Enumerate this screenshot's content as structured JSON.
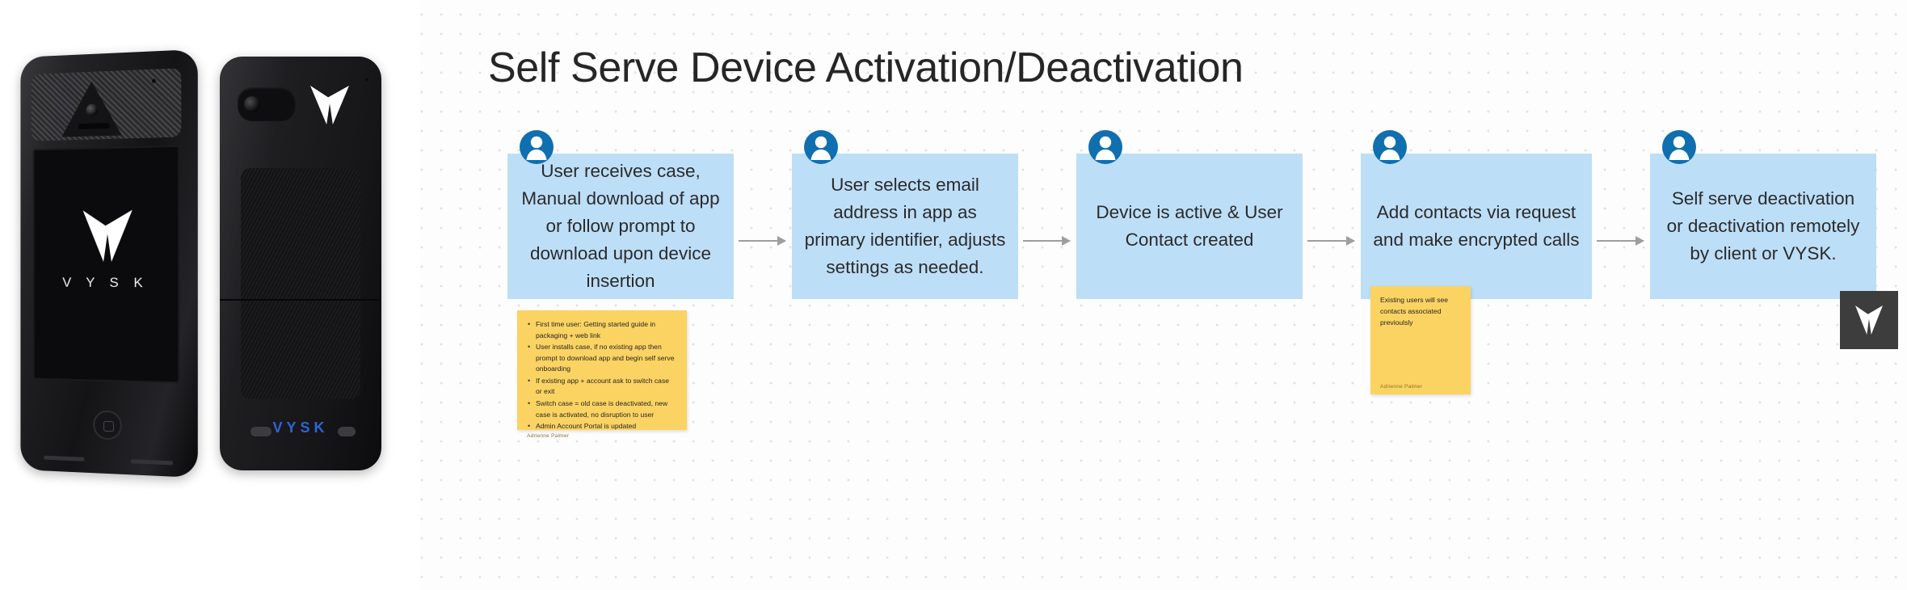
{
  "header": {
    "title": "Self Serve Device Activation/Deactivation"
  },
  "colors": {
    "node_fill": "#BDDEF7",
    "sticky_fill": "#FBD362",
    "avatar_blue": "#0F6FAF",
    "arrow_gray": "#9E9E9E",
    "badge_dark": "#3D3D3D",
    "title_text": "#262626",
    "canvas_bg": "#FDFDFD"
  },
  "product_images": {
    "front": {
      "name": "vysk-phone-case-front",
      "wordmark": "V Y S K",
      "logo_icon": "vysk-chevron-icon"
    },
    "back": {
      "name": "vysk-phone-case-back",
      "wordmark": "VYSK",
      "logo_icon": "vysk-chevron-icon"
    }
  },
  "corner_badge": {
    "icon": "vysk-chevron-icon",
    "label": "VYSK"
  },
  "flow": {
    "avatar_icon": "user-avatar-icon",
    "connector_icon": "arrow-right-icon",
    "nodes": [
      {
        "id": "node-1",
        "text": "User receives case, Manual download of app or follow prompt to download upon device insertion",
        "sticky": {
          "bullets": [
            "First time user: Getting started guide in packaging + web link",
            "User installs case, if no existing app then prompt to download app and begin self serve onboarding",
            "If existing app + account ask to switch case or exit",
            "Switch case = old case is deactivated, new case is activated, no disruption to user",
            "Admin Account Portal is updated"
          ],
          "lines": [],
          "author": "Adrienne Palmer"
        }
      },
      {
        "id": "node-2",
        "text": "User selects email address in app as primary identifier, adjusts settings as needed.",
        "sticky": null
      },
      {
        "id": "node-3",
        "text": "Device is active & User Contact created",
        "sticky": null
      },
      {
        "id": "node-4",
        "text": "Add contacts via request and make encrypted calls",
        "sticky": {
          "bullets": [],
          "lines": [
            "Existing users will see contacts associated previoulsly"
          ],
          "author": "Adrienne Palmer"
        }
      },
      {
        "id": "node-5",
        "text": "Self serve deactivation or deactivation remotely by client or VYSK.",
        "sticky": null
      }
    ]
  }
}
